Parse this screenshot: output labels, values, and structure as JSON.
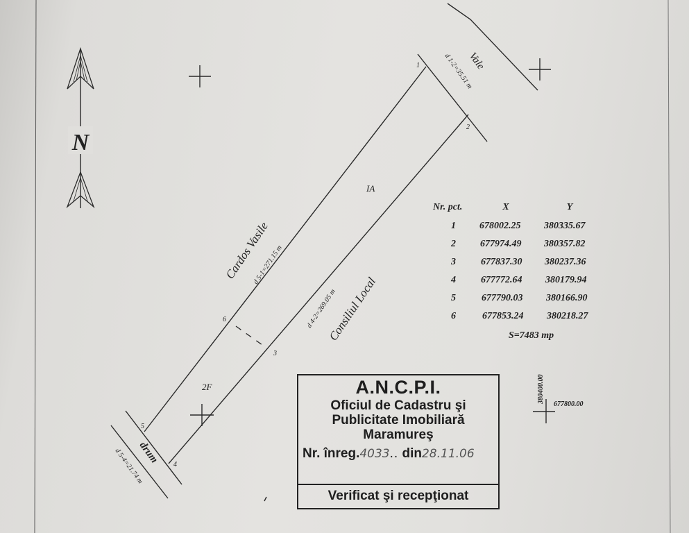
{
  "map": {
    "north_label": "N",
    "plot_label_1": "IA",
    "plot_label_2": "2F",
    "neighbors": {
      "west": "Cardos Vasile",
      "east": "Consiliul Local",
      "north": "Vale",
      "south": "drum"
    },
    "distances": {
      "d51": "d 5-1=271.15 m",
      "d42": "d 4-2=269.05 m",
      "d12": "d 1-2=35.51 m",
      "d54": "d 5-4=21.74 m"
    },
    "point_labels": [
      "1",
      "2",
      "3",
      "4",
      "5",
      "6"
    ],
    "grid_ref": {
      "y": "380400.00",
      "x": "677800.00"
    }
  },
  "coords_table": {
    "headers": [
      "Nr. pct.",
      "X",
      "Y"
    ],
    "rows": [
      [
        "1",
        "678002.25",
        "380335.67"
      ],
      [
        "2",
        "677974.49",
        "380357.82"
      ],
      [
        "3",
        "677837.30",
        "380237.36"
      ],
      [
        "4",
        "677772.64",
        "380179.94"
      ],
      [
        "5",
        "677790.03",
        "380166.90"
      ],
      [
        "6",
        "677853.24",
        "380218.27"
      ]
    ],
    "area": "S=7483 mp"
  },
  "stamp": {
    "title": "A.N.C.P.I.",
    "line1": "Oficiul de Cadastru şi",
    "line2": "Publicitate Imobiliară",
    "line3": "Maramureş",
    "reg_label": "Nr. înreg.",
    "reg_number": "4033",
    "date_label": "din",
    "date_value": "28.11.06",
    "footer": "Verificat şi recepţionat"
  }
}
